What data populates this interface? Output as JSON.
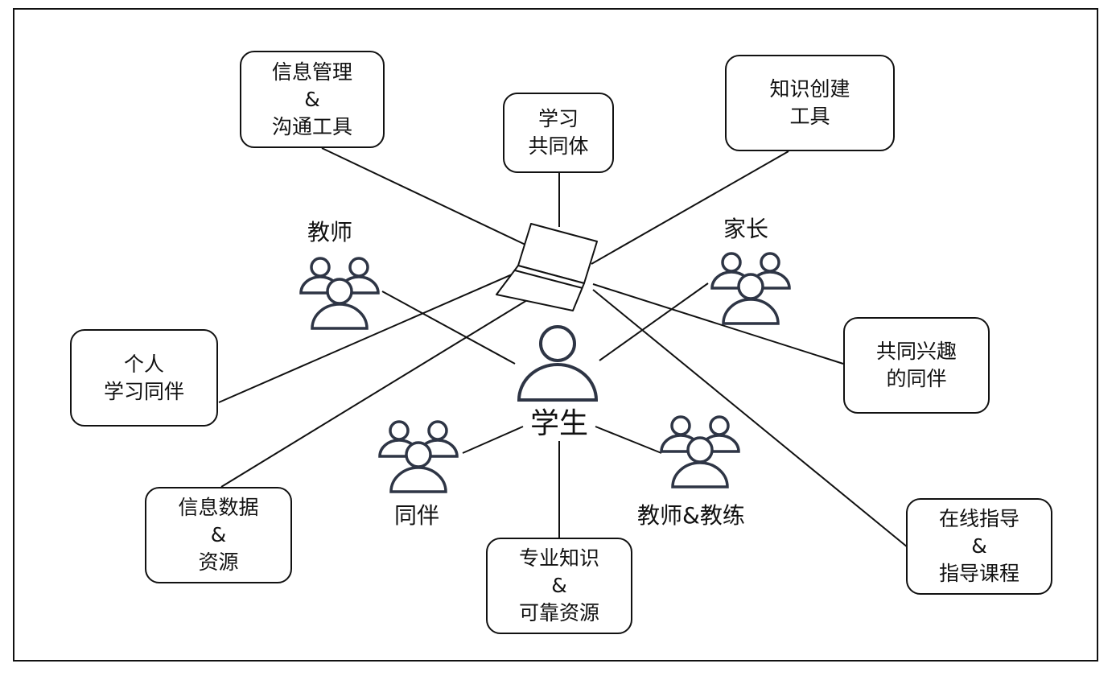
{
  "boxes": {
    "info_mgmt": [
      "信息管理",
      "&",
      "沟通工具"
    ],
    "learning_community": [
      "学习",
      "共同体"
    ],
    "knowledge_tools": [
      "知识创建",
      "工具"
    ],
    "personal_peers": [
      "个人",
      "学习同伴"
    ],
    "common_interest": [
      "共同兴趣",
      "的同伴"
    ],
    "info_data": [
      "信息数据",
      "&",
      "资源"
    ],
    "expert_knowledge": [
      "专业知识",
      "&",
      "可靠资源"
    ],
    "online_guidance": [
      "在线指导",
      "&",
      "指导课程"
    ]
  },
  "labels": {
    "teachers": "教师",
    "parents": "家长",
    "student": "学生",
    "peers": "同伴",
    "teachers_coaches": "教师&教练"
  },
  "icons": {
    "teachers": "people-group-icon",
    "parents": "people-group-icon",
    "student": "person-icon",
    "peers": "people-group-icon",
    "teachers_coaches": "people-group-icon",
    "laptop": "laptop-icon"
  },
  "colors": {
    "icon_stroke": "#2e3545",
    "line": "#111111",
    "border": "#111111"
  }
}
